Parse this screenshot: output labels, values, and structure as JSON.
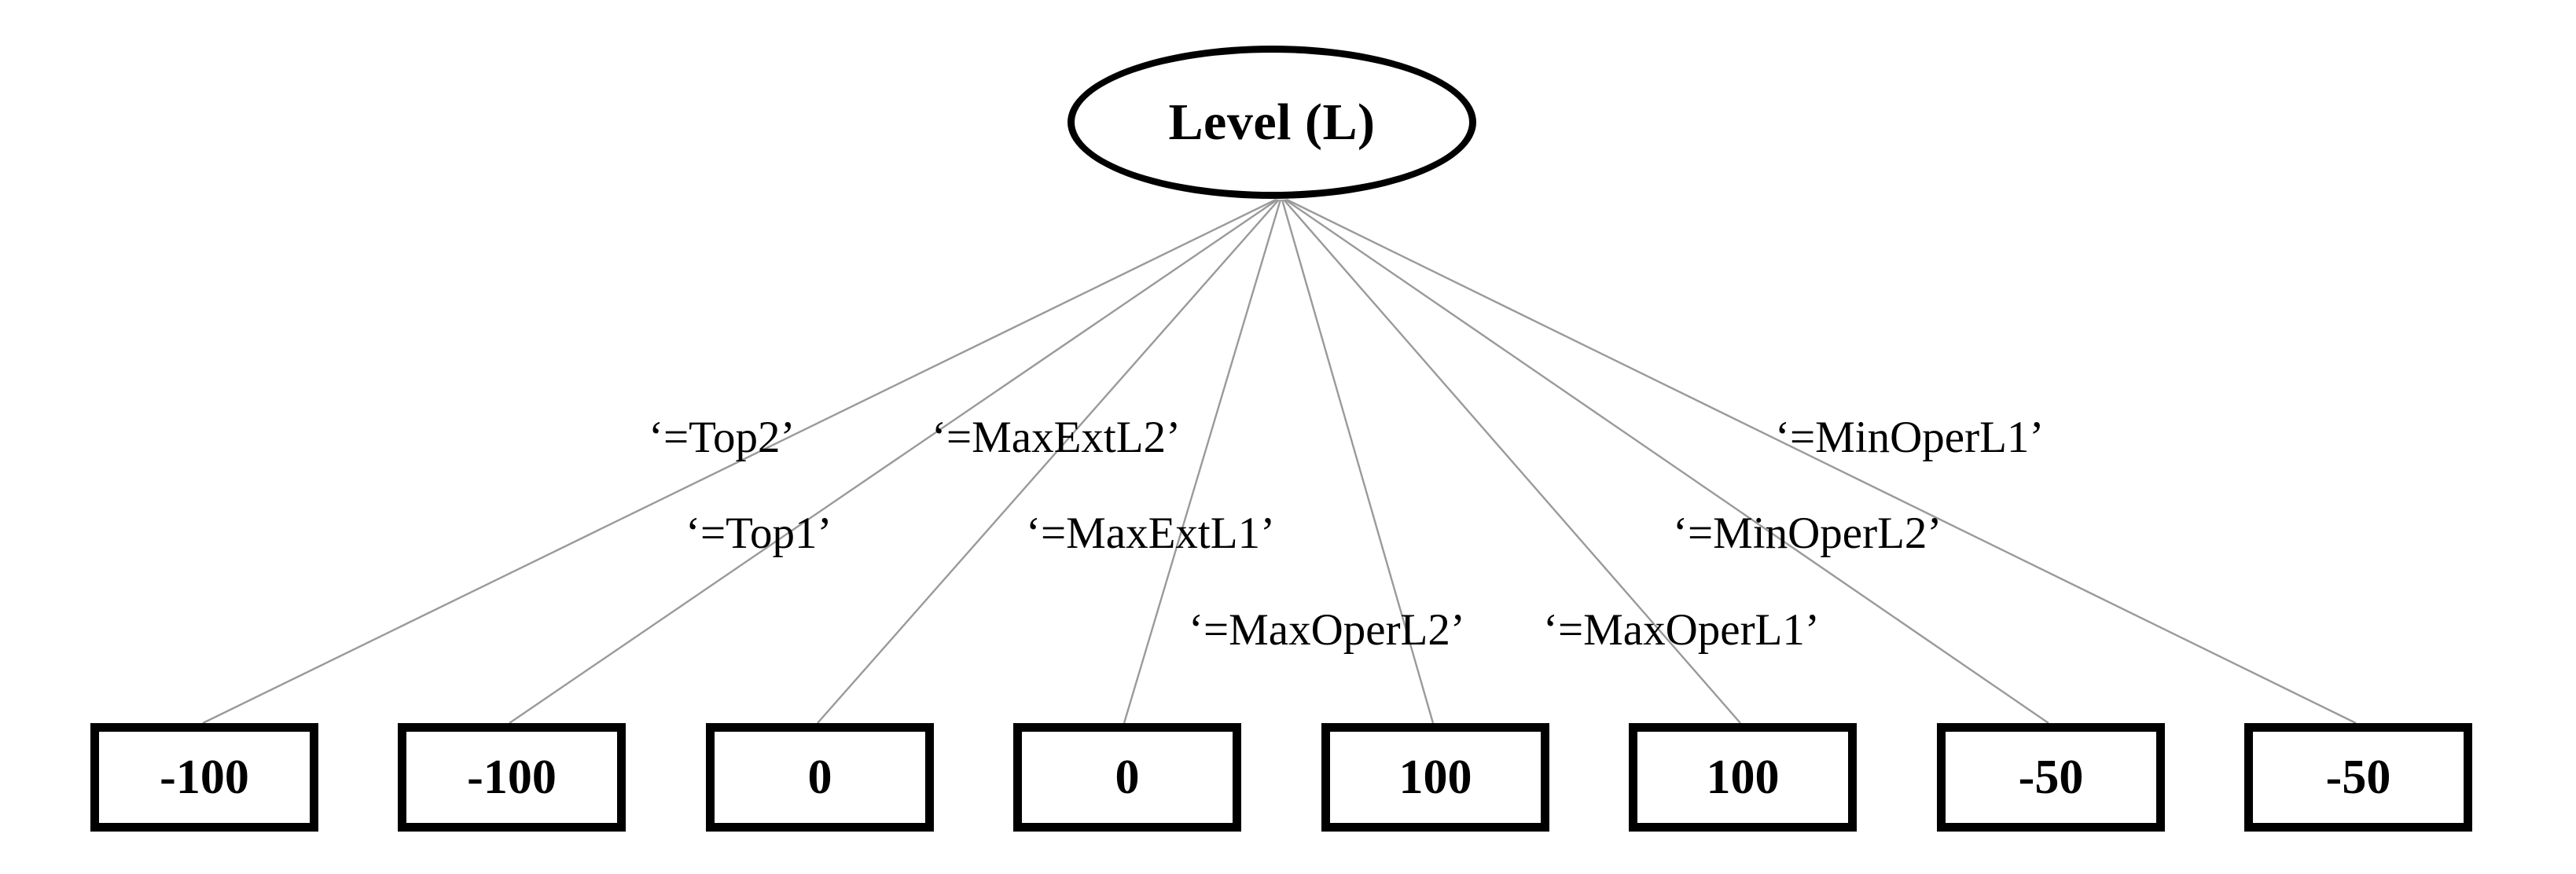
{
  "diagram": {
    "type": "tree",
    "title_node": {
      "id": "root",
      "label": "Level (L)",
      "shape": "ellipse",
      "stroke": "#000000",
      "fill": "#ffffff"
    },
    "edge_style": {
      "stroke": "#9a9a9a",
      "width": 2
    },
    "leaves": [
      {
        "id": "leaf1",
        "value": "-100"
      },
      {
        "id": "leaf2",
        "value": "-100"
      },
      {
        "id": "leaf3",
        "value": "0"
      },
      {
        "id": "leaf4",
        "value": "0"
      },
      {
        "id": "leaf5",
        "value": "100"
      },
      {
        "id": "leaf6",
        "value": "100"
      },
      {
        "id": "leaf7",
        "value": "-50"
      },
      {
        "id": "leaf8",
        "value": "-50"
      }
    ],
    "edge_labels": [
      {
        "id": "edge1",
        "text": "‘=Top2’"
      },
      {
        "id": "edge2",
        "text": "‘=Top1’"
      },
      {
        "id": "edge3",
        "text": "‘=MaxExtL2’"
      },
      {
        "id": "edge4",
        "text": "‘=MaxExtL1’"
      },
      {
        "id": "edge5",
        "text": "‘=MaxOperL2’"
      },
      {
        "id": "edge6",
        "text": "‘=MaxOperL1’"
      },
      {
        "id": "edge7",
        "text": "‘=MinOperL2’"
      },
      {
        "id": "edge8",
        "text": "‘=MinOperL1’"
      }
    ]
  }
}
